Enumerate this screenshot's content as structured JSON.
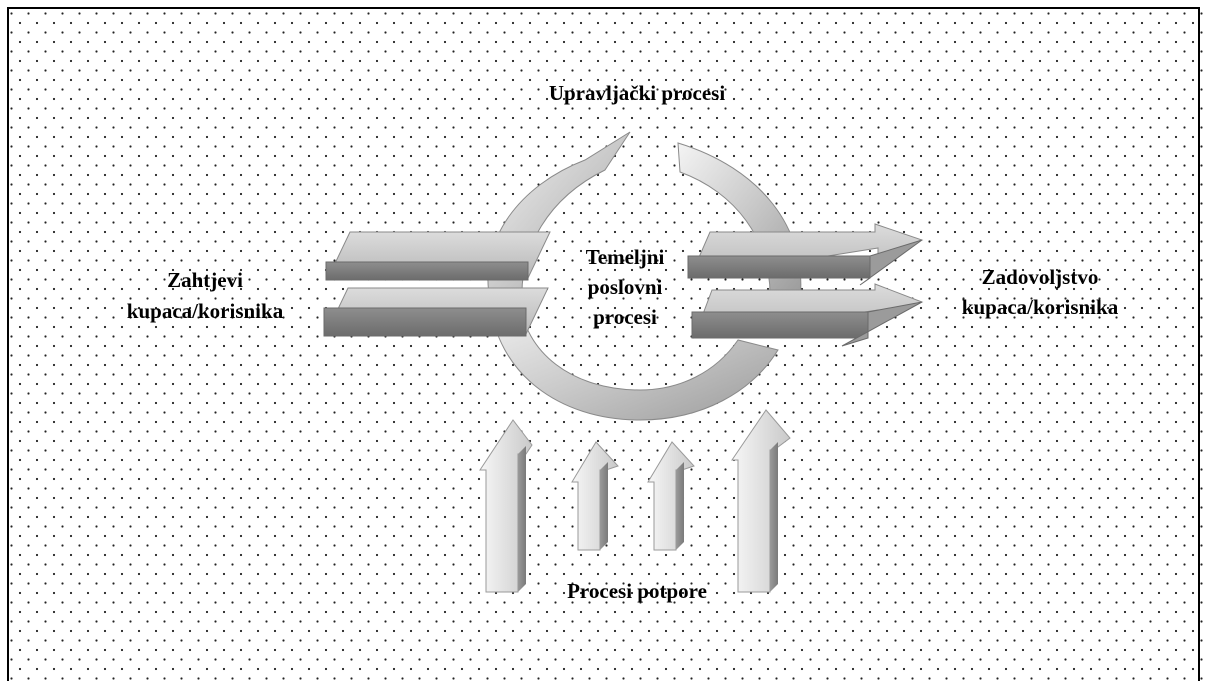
{
  "diagram": {
    "top_label": "Upravljački procesi",
    "center_label": [
      "Temeljni",
      "poslovni",
      "procesi"
    ],
    "left_label": [
      "Zahtjevi",
      "kupaca/korisnika"
    ],
    "right_label": [
      "Zadovoljstvo",
      "kupaca/korisnika"
    ],
    "bottom_label": "Procesi potpore"
  }
}
